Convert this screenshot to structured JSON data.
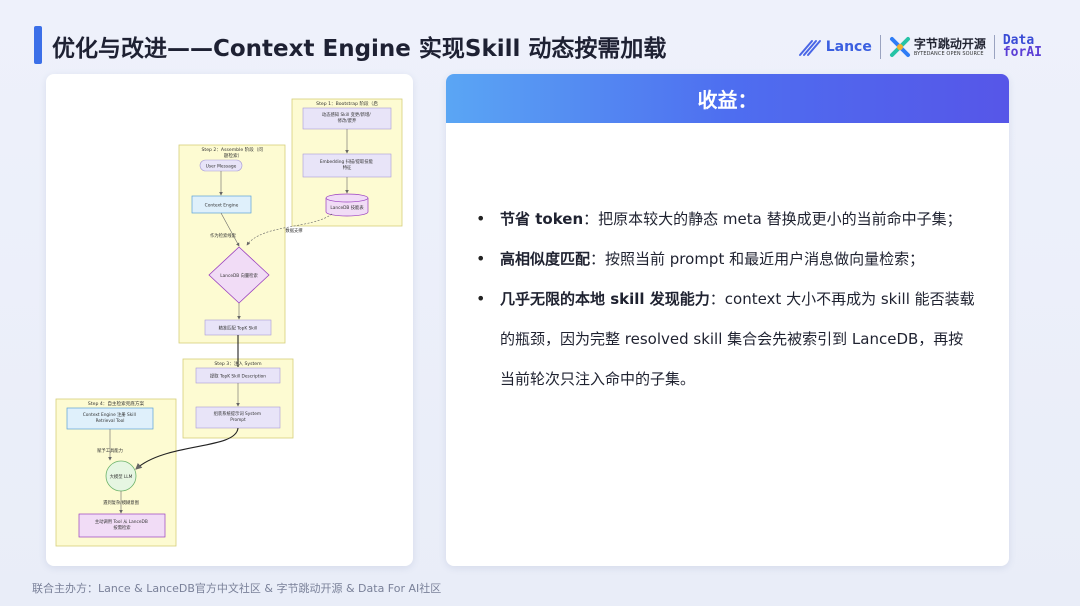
{
  "header": {
    "title": "优化与改进——Context Engine 实现Skill 动态按需加载",
    "logos": {
      "lance": "Lance",
      "bytedance_cn": "字节跳动开源",
      "bytedance_en": "BYTEDANCE OPEN SOURCE",
      "data_line1": "Data",
      "data_line2": "forAI"
    }
  },
  "diagram": {
    "step1": {
      "label": "Step 1：Bootstrap 阶段（启",
      "node1": [
        "动态感知 Skill 变更/新增/",
        "修改/废弃"
      ],
      "node2": [
        "Embedding 扫描/提取技能",
        "特征"
      ],
      "db": "LanceDB 技能表"
    },
    "step2": {
      "label": [
        "Step 2：Assemble 阶段（问",
        "题检索）"
      ],
      "user_message": "User Message",
      "context_engine": "Context Engine",
      "edge1": "作为检索线索",
      "edge_data": "数据支撑",
      "decision": "LanceDB 向量检索",
      "topk": "精准匹配 TopK Skill"
    },
    "step3": {
      "label": "Step 3：注入 System",
      "node1": "提取 TopK Skill Description",
      "node2": [
        "组装系统提示词 System",
        "Prompt"
      ]
    },
    "step4": {
      "label": "Step 4：自主检索兜底方案",
      "tool": [
        "Context Engine 注册 Skill",
        "Retrieval Tool"
      ],
      "edge1": "赋予工具能力",
      "llm": "大模型 LLM",
      "edge2": "遇到复杂/模糊意图",
      "final": [
        "主动调用 Tool 从 LanceDB",
        "按需检索"
      ]
    }
  },
  "benefits": {
    "title": "收益：",
    "items": [
      {
        "bold": "节省 token",
        "text": "：把原本较大的静态 meta 替换成更小的当前命中子集；"
      },
      {
        "bold": "高相似度匹配",
        "text": "：按照当前 prompt 和最近用户消息做向量检索；"
      },
      {
        "bold": "几乎无限的本地 skill 发现能力",
        "text": "：context 大小不再成为 skill 能否装载的瓶颈，因为完整 resolved skill 集合会先被索引到 LanceDB，再按当前轮次只注入命中的子集。"
      }
    ]
  },
  "footer": "联合主办方：Lance & LanceDB官方中文社区 & 字节跳动开源 & Data For AI社区",
  "colors": {
    "accent": "#3b6fe8",
    "group_fill": "#fdfbd2",
    "group_stroke": "#d6cf7a",
    "node_fill": "#e8e4f8",
    "node_stroke": "#a89bd6",
    "decision_fill": "#f1dcf6",
    "decision_stroke": "#9a3fbf"
  }
}
